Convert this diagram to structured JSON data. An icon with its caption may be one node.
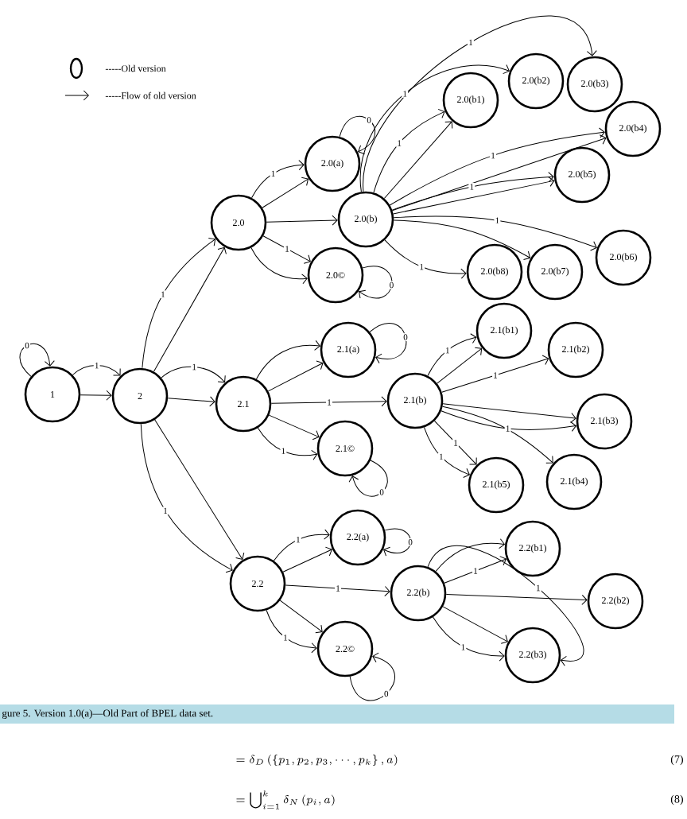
{
  "diagram": {
    "caption": "gure 5. Version 1.0(a)—Old Part of BPEL data set.",
    "nodes": [
      {
        "text": [
          "1"
        ]
      },
      {
        "text": [
          "2"
        ]
      },
      {
        "text": [
          "2.0"
        ]
      },
      {
        "text": [
          "2.0(a)"
        ]
      },
      {
        "text": [
          "2.0(b)"
        ]
      },
      {
        "text": [
          "2.0©"
        ]
      },
      {
        "text": [
          "2.0(b1)"
        ]
      },
      {
        "text": [
          "2.0(b2)"
        ]
      },
      {
        "text": [
          "2.0(b3)"
        ]
      },
      {
        "text": [
          "2.0(b4)"
        ]
      },
      {
        "text": [
          "2.0(b5)"
        ]
      },
      {
        "text": [
          "2.0(b6)"
        ]
      },
      {
        "text": [
          "2.0(b7)"
        ]
      },
      {
        "text": [
          "2.0(b8)"
        ]
      },
      {
        "text": [
          "2.1"
        ]
      },
      {
        "text": [
          "2.1(a)"
        ]
      },
      {
        "text": [
          "2.1(b)"
        ]
      },
      {
        "text": [
          "2.1©"
        ]
      },
      {
        "text": [
          "2.1(b1)"
        ]
      },
      {
        "text": [
          "2.1(b2)"
        ]
      },
      {
        "text": [
          "2.1(b3)"
        ]
      },
      {
        "text": [
          "2.1(b4)"
        ]
      },
      {
        "text": [
          "2.1(b5)"
        ]
      },
      {
        "text": [
          "2.2"
        ]
      },
      {
        "text": [
          "2.2(a)"
        ]
      },
      {
        "text": [
          "2.2(b)"
        ]
      },
      {
        "text": [
          "2.2©"
        ]
      },
      {
        "text": [
          "2.2(b1)"
        ]
      },
      {
        "text": [
          "2.2(b2)"
        ]
      },
      {
        "text": [
          "2.2(b3)"
        ]
      }
    ],
    "edges": [
      {
        "from": 0,
        "to": 0,
        "arrow": "to",
        "label": "0"
      },
      {
        "from": 0,
        "to": 1,
        "arrow": "to",
        "label": "1"
      },
      {
        "from": 0,
        "to": 1,
        "arrow": "to"
      },
      {
        "from": 1,
        "to": 2,
        "arrow": "to",
        "label": "1"
      },
      {
        "from": 1,
        "to": 2,
        "arrow": "to"
      },
      {
        "from": 1,
        "to": 14,
        "arrow": "to",
        "label": "1"
      },
      {
        "from": 1,
        "to": 14,
        "arrow": "to"
      },
      {
        "from": 1,
        "to": 23,
        "arrow": "to",
        "label": "1"
      },
      {
        "from": 1,
        "to": 23,
        "arrow": "to"
      },
      {
        "from": 2,
        "to": 3,
        "arrow": "to",
        "label": "1"
      },
      {
        "from": 2,
        "to": 3,
        "arrow": "to"
      },
      {
        "from": 2,
        "to": 4,
        "arrow": "to"
      },
      {
        "from": 2,
        "to": 5,
        "arrow": "to",
        "label": "1"
      },
      {
        "from": 2,
        "to": 5,
        "arrow": "to"
      },
      {
        "from": 3,
        "to": 3,
        "arrow": "to",
        "label": "0"
      },
      {
        "from": 5,
        "to": 5,
        "arrow": "to",
        "label": "0"
      },
      {
        "from": 4,
        "to": 6,
        "arrow": "to",
        "label": "1"
      },
      {
        "from": 4,
        "to": 6,
        "arrow": "to"
      },
      {
        "from": 4,
        "to": 7,
        "arrow": "to",
        "label": "1"
      },
      {
        "from": 4,
        "to": 8,
        "arrow": "to",
        "label": "1"
      },
      {
        "from": 4,
        "to": 9,
        "arrow": "to"
      },
      {
        "from": 4,
        "to": 9,
        "arrow": "to",
        "label": "1"
      },
      {
        "from": 4,
        "to": 10,
        "arrow": "to",
        "label": "1"
      },
      {
        "from": 4,
        "to": 10,
        "arrow": "to"
      },
      {
        "from": 4,
        "to": 11,
        "arrow": "to",
        "label": "1"
      },
      {
        "from": 4,
        "to": 12,
        "arrow": "to"
      },
      {
        "from": 4,
        "to": 13,
        "arrow": "to",
        "label": "1"
      },
      {
        "from": 14,
        "to": 15,
        "arrow": "to"
      },
      {
        "from": 14,
        "to": 15,
        "arrow": "to"
      },
      {
        "from": 14,
        "to": 16,
        "arrow": "to",
        "label": "1"
      },
      {
        "from": 14,
        "to": 17,
        "arrow": "to",
        "label": "1"
      },
      {
        "from": 14,
        "to": 17,
        "arrow": "to"
      },
      {
        "from": 15,
        "to": 15,
        "arrow": "to",
        "label": "0"
      },
      {
        "from": 17,
        "to": 17,
        "arrow": "to",
        "label": "0"
      },
      {
        "from": 16,
        "to": 18,
        "arrow": "to",
        "label": "1"
      },
      {
        "from": 16,
        "to": 18,
        "arrow": "to"
      },
      {
        "from": 16,
        "to": 19,
        "arrow": "to",
        "label": "1"
      },
      {
        "from": 16,
        "to": 20,
        "arrow": "to"
      },
      {
        "from": 16,
        "to": 20,
        "arrow": "to",
        "label": "1"
      },
      {
        "from": 16,
        "to": 21,
        "arrow": "to"
      },
      {
        "from": 16,
        "to": 22,
        "arrow": "to",
        "label": "1"
      },
      {
        "from": 16,
        "to": 22,
        "arrow": "to",
        "label": "1"
      },
      {
        "from": 23,
        "to": 24,
        "arrow": "to",
        "label": "1"
      },
      {
        "from": 23,
        "to": 24,
        "arrow": "to"
      },
      {
        "from": 23,
        "to": 25,
        "arrow": "to",
        "label": "1"
      },
      {
        "from": 23,
        "to": 26,
        "arrow": "to",
        "label": "1"
      },
      {
        "from": 23,
        "to": 26,
        "arrow": "to"
      },
      {
        "from": 24,
        "to": 24,
        "arrow": "to",
        "label": "0"
      },
      {
        "from": 26,
        "to": 26,
        "arrow": "to",
        "label": "0"
      },
      {
        "from": 25,
        "to": 27,
        "arrow": "to",
        "label": "1"
      },
      {
        "from": 25,
        "to": 27,
        "arrow": "to"
      },
      {
        "from": 25,
        "to": 28,
        "arrow": "to"
      },
      {
        "from": 25,
        "to": 29,
        "arrow": "to"
      },
      {
        "from": 25,
        "to": 29,
        "arrow": "to",
        "label": "1"
      },
      {
        "from": 25,
        "to": 29,
        "arrow": "to",
        "label": "1"
      }
    ],
    "labels": [
      "=\\delta_D\\left(\\left\\{p_1,p_2,p_3,\\cdots,p_k\\right\\},a\\right)",
      "(7)",
      "=\\bigcup_{i=1}^{k}\\delta_N\\left(p_i,a\\right)",
      "(8)"
    ],
    "legend": [
      {
        "text": "-----Old version"
      },
      {
        "text": "-----Flow of old version"
      }
    ]
  }
}
